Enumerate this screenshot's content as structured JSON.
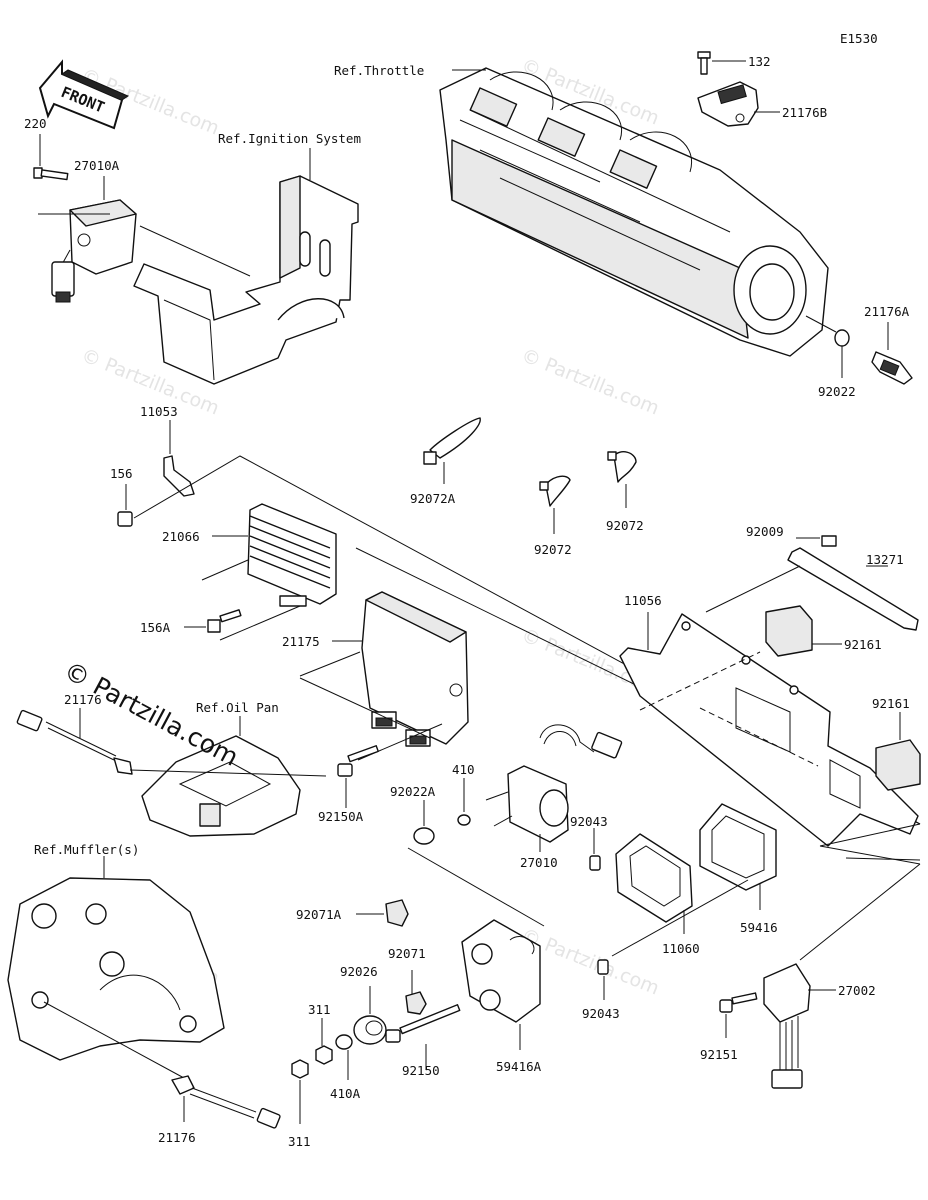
{
  "diagram_code": "E1530",
  "front_label": "FRONT",
  "brand": "© Partzilla.com",
  "watermark": "© Partzilla.com",
  "refs": {
    "throttle": "Ref.Throttle",
    "ignition": "Ref.Ignition System",
    "oil_pan": "Ref.Oil Pan",
    "muffler": "Ref.Muffler(s)"
  },
  "parts": {
    "p132": "132",
    "p21176B": "21176B",
    "p21176A": "21176A",
    "p92022": "92022",
    "p220": "220",
    "p27010A": "27010A",
    "p11053": "11053",
    "p156": "156",
    "p92072A": "92072A",
    "p92072_left": "92072",
    "p92072_right": "92072",
    "p21066": "21066",
    "p156A": "156A",
    "p21175": "21175",
    "p92009": "92009",
    "p13271": "13271",
    "p11056": "11056",
    "p92161_top": "92161",
    "p92161_right": "92161",
    "p21176_top": "21176",
    "p92150A": "92150A",
    "p92022A": "92022A",
    "p410": "410",
    "p27010": "27010",
    "p92043_top": "92043",
    "p59416": "59416",
    "p11060": "11060",
    "p92071A": "92071A",
    "p92071": "92071",
    "p92026": "92026",
    "p311_upper": "311",
    "p311_lower": "311",
    "p410A": "410A",
    "p92150": "92150",
    "p59416A": "59416A",
    "p92043_bottom": "92043",
    "p27002": "27002",
    "p92151": "92151",
    "p21176_bottom": "21176"
  }
}
